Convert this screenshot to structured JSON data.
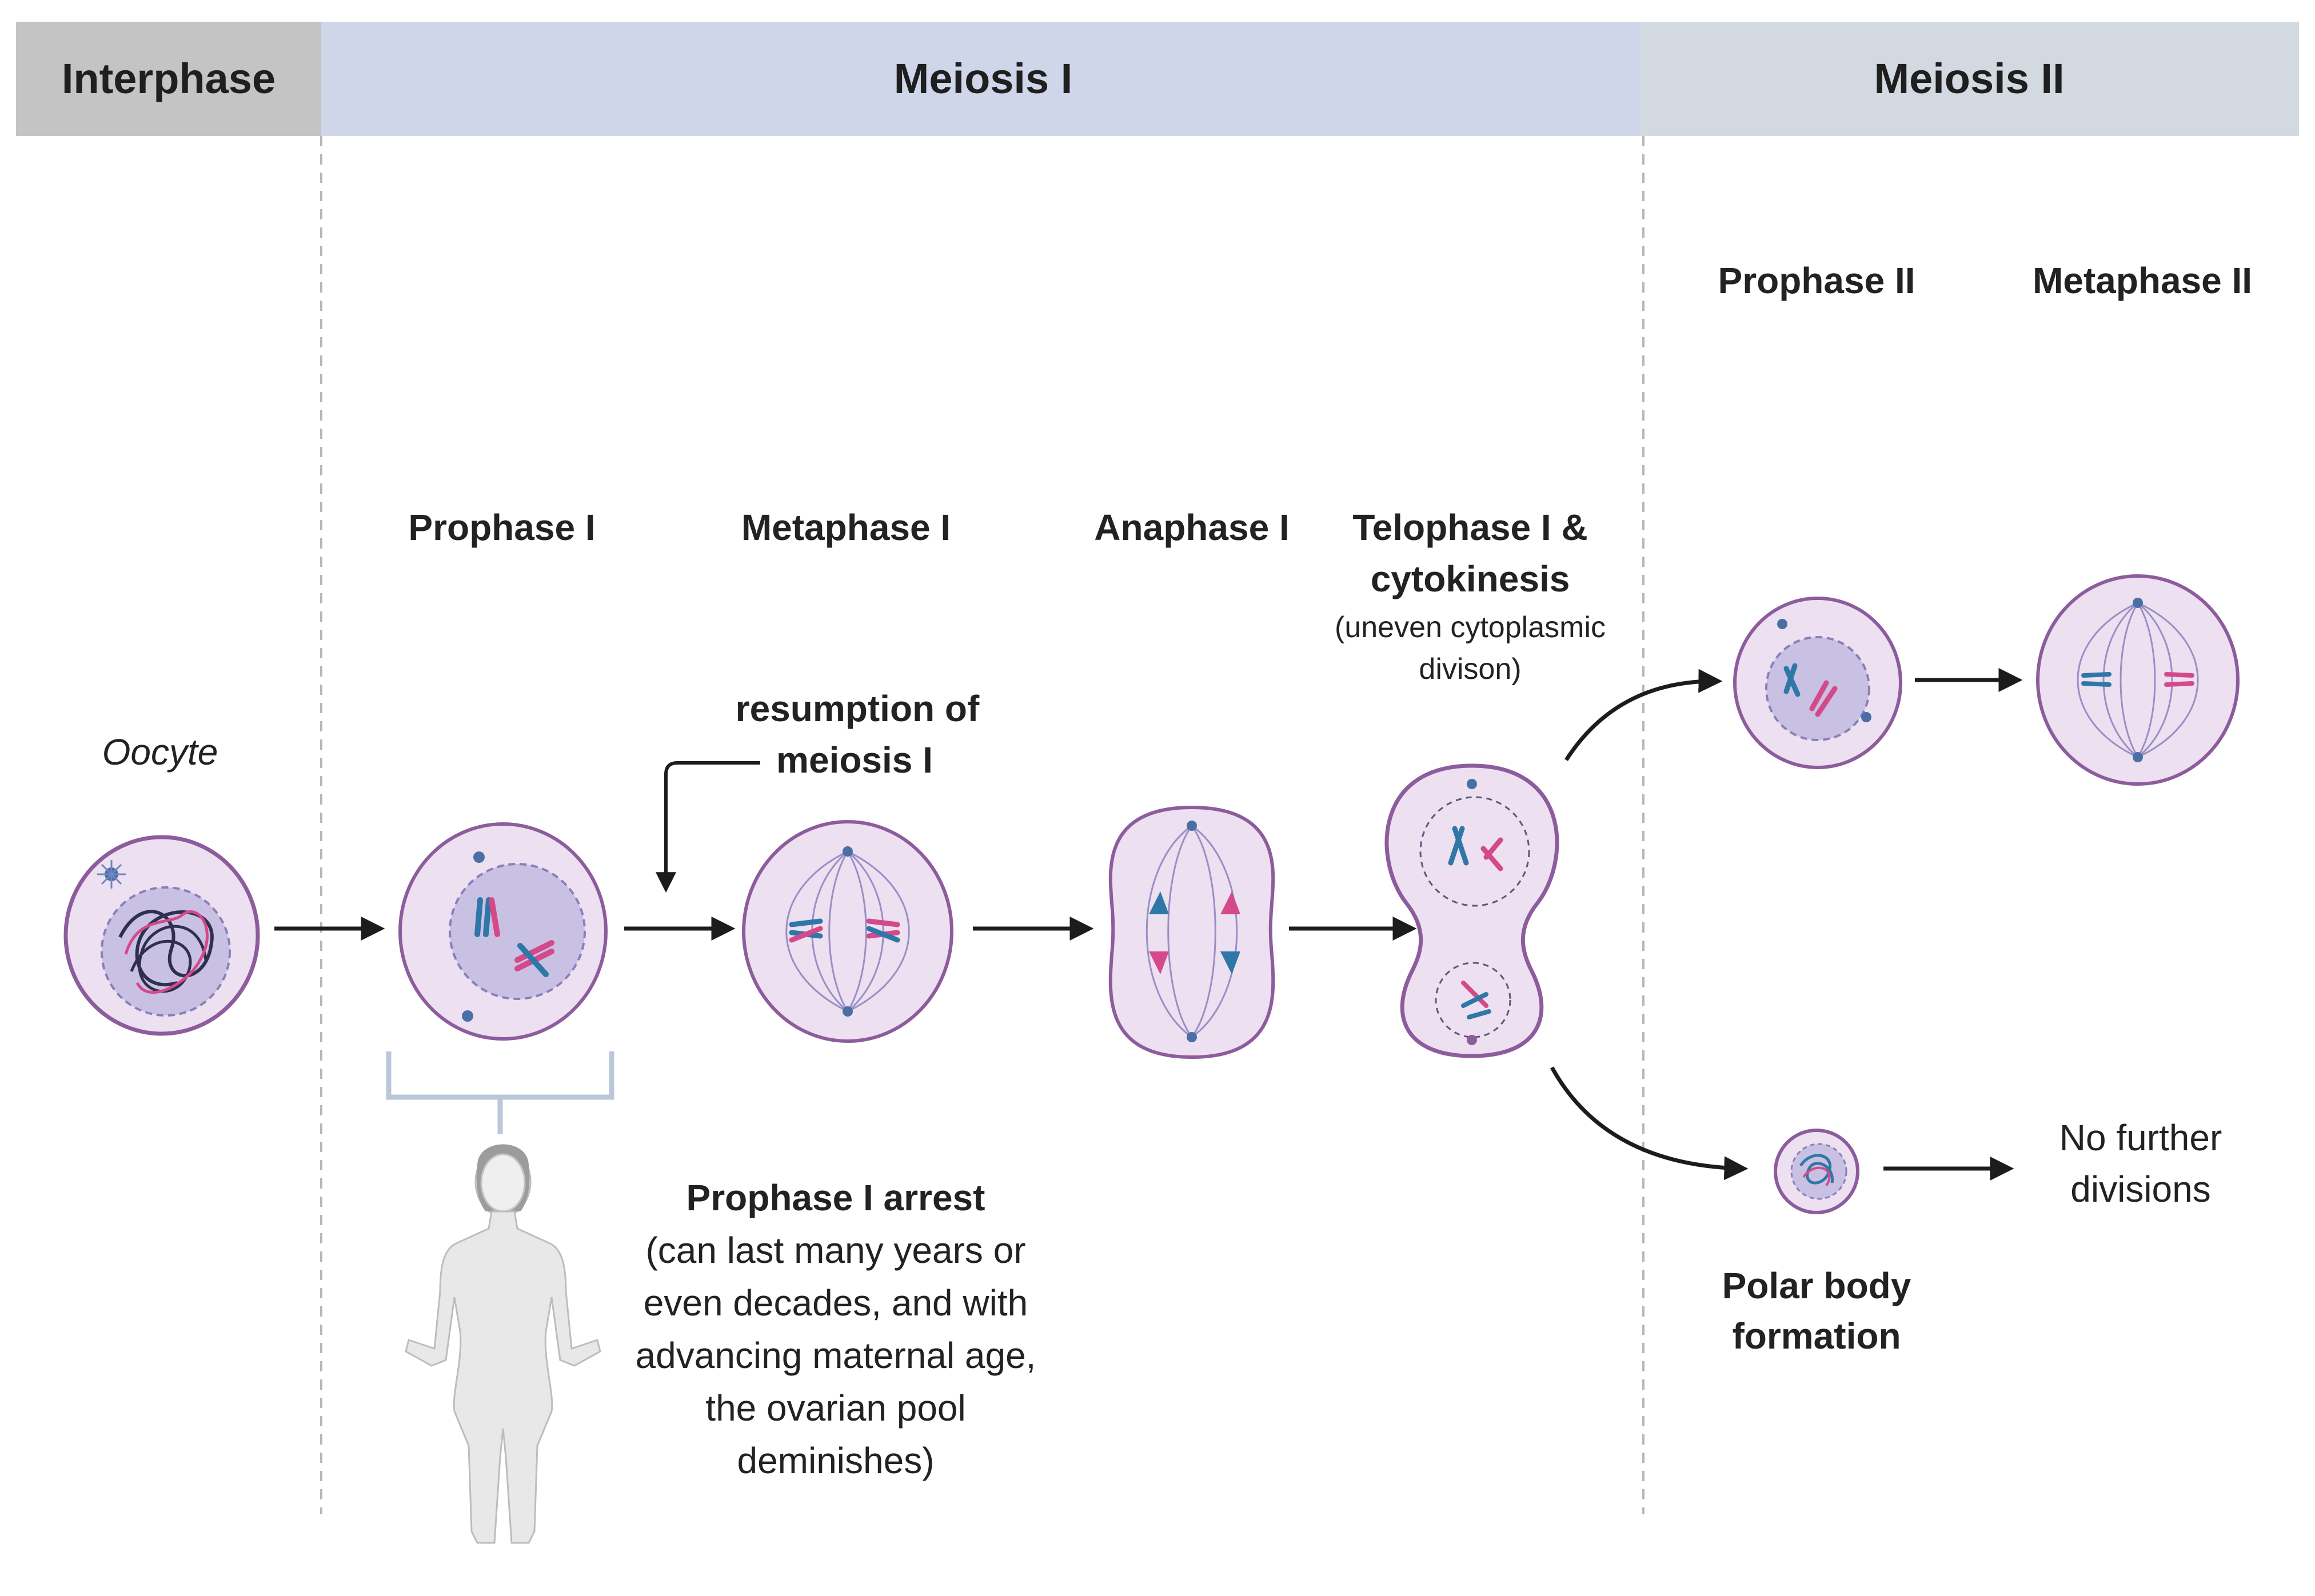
{
  "headers": {
    "interphase": "Interphase",
    "meiosis1": "Meiosis I",
    "meiosis2": "Meiosis II"
  },
  "stages": {
    "oocyte": "Oocyte",
    "prophase1": "Prophase I",
    "metaphase1": "Metaphase I",
    "anaphase1": "Anaphase I",
    "telophase1_line1": "Telophase I &",
    "telophase1_line2": "cytokinesis",
    "telophase1_note1": "(uneven cytoplasmic",
    "telophase1_note2": "divison)",
    "prophase2": "Prophase II",
    "metaphase2": "Metaphase II"
  },
  "resumption": {
    "line1": "resumption of",
    "line2": "meiosis I"
  },
  "arrest": {
    "title": "Prophase I arrest",
    "lines": [
      "(can last many years or",
      "even decades, and with",
      "advancing maternal age,",
      "the ovarian pool",
      "deminishes)"
    ]
  },
  "polar_body": {
    "line1": "Polar body",
    "line2": "formation"
  },
  "no_further": {
    "line1": "No further",
    "line2": "divisions"
  },
  "colors": {
    "interphase_band": "#c4c4c4",
    "meiosis1_band": "#d0d6ea",
    "meiosis2_band": "#d3d9e1",
    "cell_fill": "#ece0f1",
    "cell_stroke": "#8d5c9d",
    "nucleus_fill": "#c9c1e4",
    "chromosome_pink": "#d4498a",
    "chromosome_blue": "#2f77a6",
    "spindle": "#9a8fc4",
    "arrow": "#1c1c1c"
  }
}
